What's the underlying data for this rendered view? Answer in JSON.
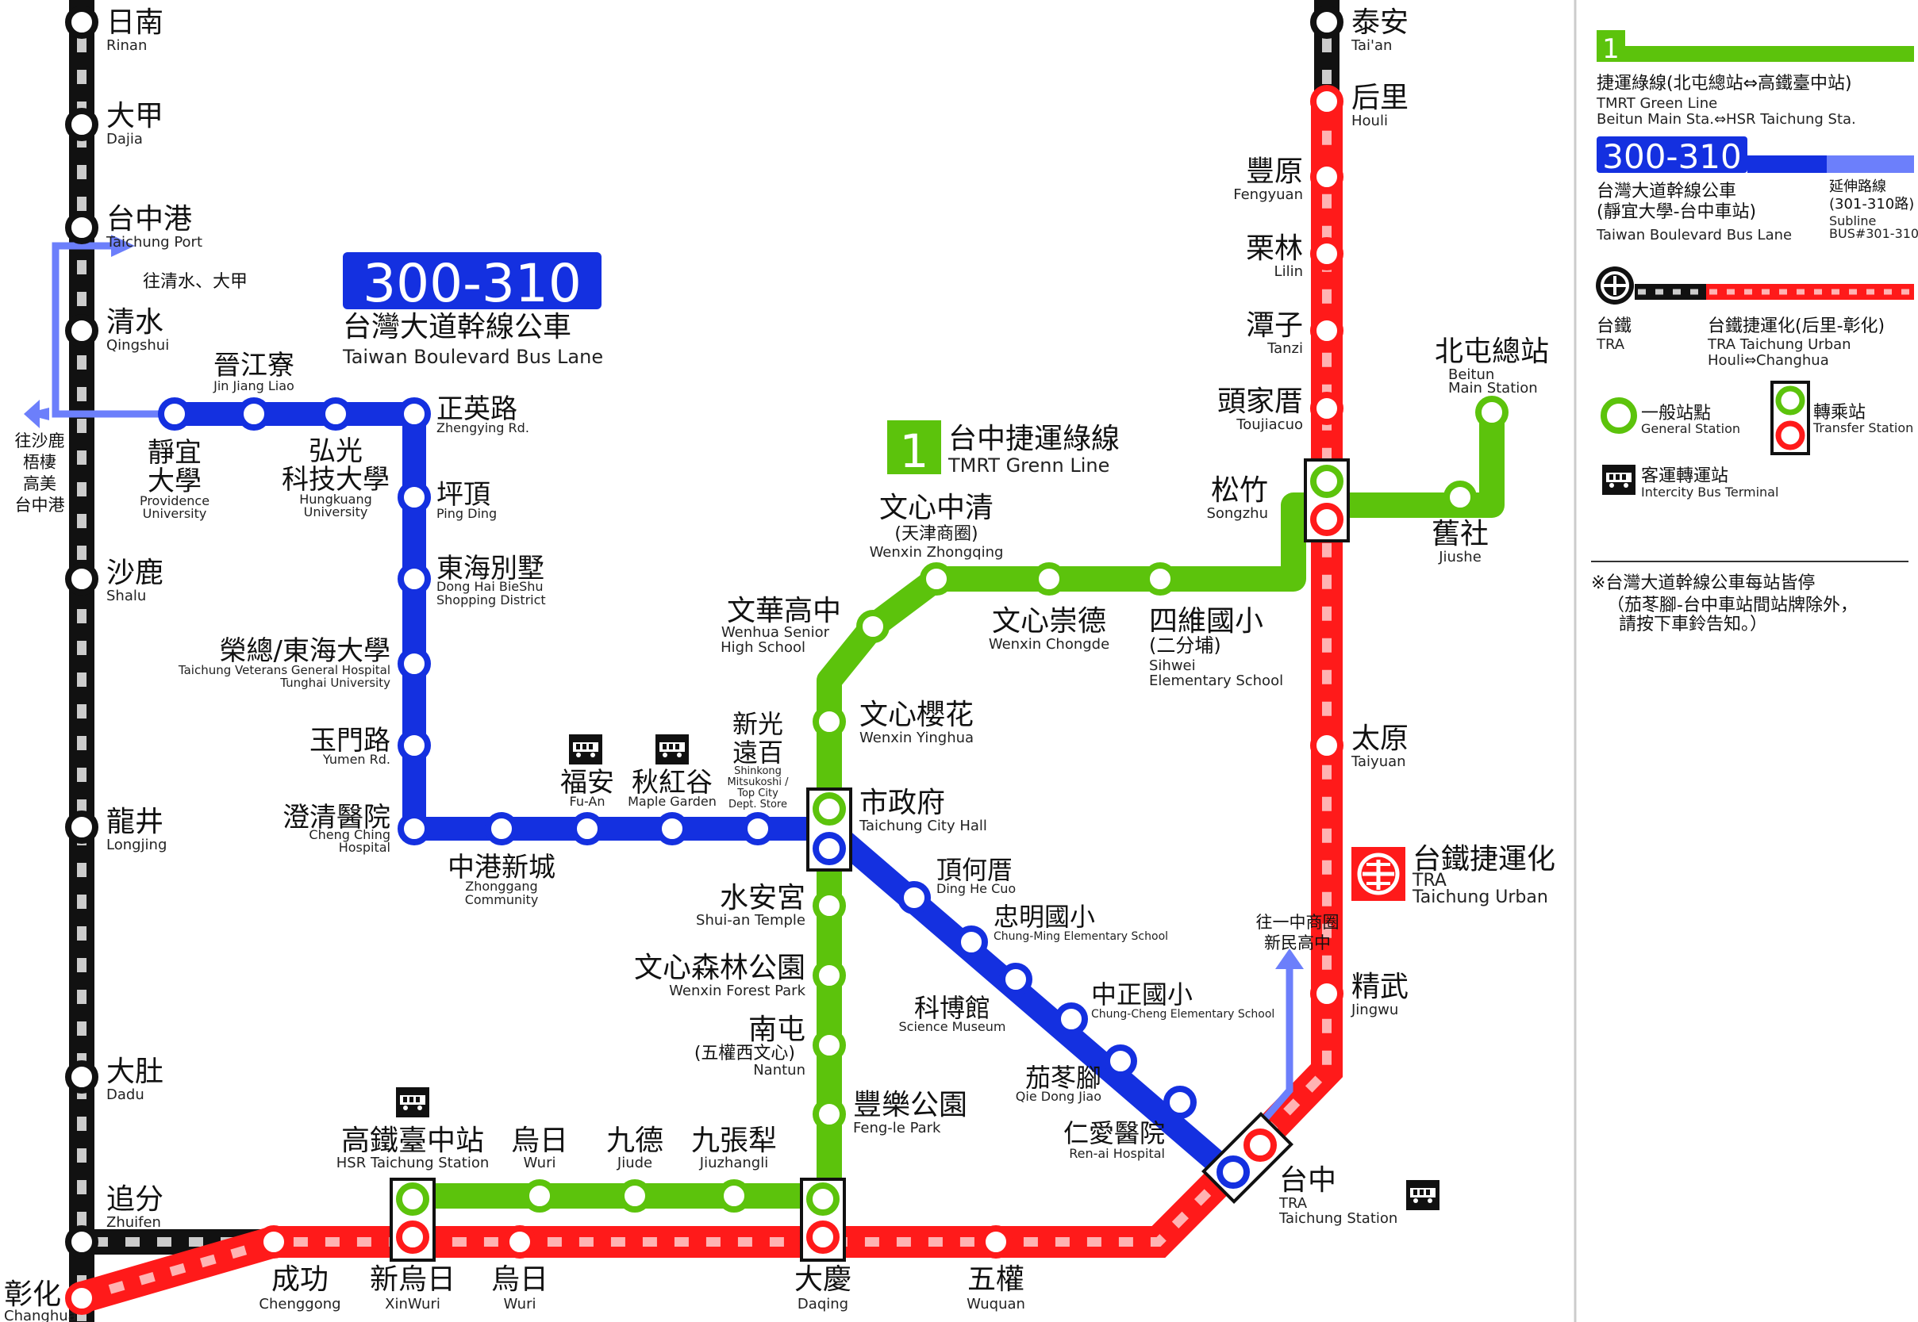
{
  "colors": {
    "green": "#5cc30c",
    "blue": "#1430e0",
    "blue_ext": "#6c7ffb",
    "red": "#ff1a1a",
    "black": "#111111"
  },
  "titles": {
    "green": {
      "number": "1",
      "zh": "台中捷運綠線",
      "en": "TMRT Grenn Line"
    },
    "blue": {
      "number": "300-310",
      "zh": "台灣大道幹線公車",
      "en": "Taiwan Boulevard Bus Lane"
    },
    "tra": {
      "zh": "台鐵捷運化",
      "en1": "TRA",
      "en2": "Taichung Urban"
    }
  },
  "directions": {
    "qingshui": "往清水、大甲",
    "shalu": [
      "往沙鹿",
      "梧棲",
      "高美",
      "台中港"
    ],
    "zhongyi": [
      "往一中商圈",
      "新民高中"
    ]
  },
  "stations": {
    "black": [
      {
        "zh": "日南",
        "en": "Rinan"
      },
      {
        "zh": "大甲",
        "en": "Dajia"
      },
      {
        "zh": "台中港",
        "en": "Taichung Port"
      },
      {
        "zh": "清水",
        "en": "Qingshui"
      },
      {
        "zh": "沙鹿",
        "en": "Shalu"
      },
      {
        "zh": "龍井",
        "en": "Longjing"
      },
      {
        "zh": "大肚",
        "en": "Dadu"
      },
      {
        "zh": "追分",
        "en": "Zhuifen"
      },
      {
        "zh": "彰化",
        "en": "Changhua"
      },
      {
        "zh": "泰安",
        "en": "Tai'an"
      }
    ],
    "red": [
      {
        "zh": "后里",
        "en": "Houli"
      },
      {
        "zh": "豐原",
        "en": "Fengyuan"
      },
      {
        "zh": "栗林",
        "en": "Lilin"
      },
      {
        "zh": "潭子",
        "en": "Tanzi"
      },
      {
        "zh": "頭家厝",
        "en": "Toujiacuo"
      },
      {
        "zh": "松竹",
        "en": "Songzhu"
      },
      {
        "zh": "太原",
        "en": "Taiyuan"
      },
      {
        "zh": "精武",
        "en": "Jingwu"
      },
      {
        "zh": "台中",
        "en1": "TRA",
        "en2": "Taichung Station"
      },
      {
        "zh": "五權",
        "en": "Wuquan"
      },
      {
        "zh": "大慶",
        "en": "Daqing"
      },
      {
        "zh": "烏日",
        "en": "Wuri"
      },
      {
        "zh": "新烏日",
        "en": "XinWuri"
      },
      {
        "zh": "成功",
        "en": "Chenggong"
      }
    ],
    "green": [
      {
        "zh": "北屯總站",
        "en1": "Beitun",
        "en2": "Main Station"
      },
      {
        "zh": "舊社",
        "en": "Jiushe"
      },
      {
        "zh": "四維國小",
        "zh2": "(二分埔)",
        "en1": "Sihwei",
        "en2": "Elementary School"
      },
      {
        "zh": "文心崇德",
        "en": "Wenxin Chongde"
      },
      {
        "zh": "文心中清",
        "zh2": "(天津商圈)",
        "en": "Wenxin Zhongqing"
      },
      {
        "zh": "文華高中",
        "en1": "Wenhua Senior",
        "en2": "High School"
      },
      {
        "zh": "文心櫻花",
        "en": "Wenxin Yinghua"
      },
      {
        "zh": "市政府",
        "en": "Taichung City Hall"
      },
      {
        "zh": "水安宮",
        "en": "Shui-an Temple"
      },
      {
        "zh": "文心森林公園",
        "en": "Wenxin Forest Park"
      },
      {
        "zh": "南屯",
        "zh2": "(五權西文心)",
        "en": "Nantun"
      },
      {
        "zh": "豐樂公園",
        "en": "Feng-le Park"
      },
      {
        "zh": "九張犁",
        "en": "Jiuzhangli"
      },
      {
        "zh": "九德",
        "en": "Jiude"
      },
      {
        "zh": "烏日",
        "en": "Wuri"
      },
      {
        "zh": "高鐵臺中站",
        "en": "HSR Taichung Station"
      }
    ],
    "blue": [
      {
        "zh1": "靜宜",
        "zh2": "大學",
        "en1": "Providence",
        "en2": "University"
      },
      {
        "zh": "晉江寮",
        "en": "Jin Jiang Liao"
      },
      {
        "zh1": "弘光",
        "zh2": "科技大學",
        "en1": "Hungkuang",
        "en2": "University"
      },
      {
        "zh": "正英路",
        "en": "Zhengying Rd."
      },
      {
        "zh": "坪頂",
        "en": "Ping Ding"
      },
      {
        "zh": "東海別墅",
        "en1": "Dong Hai BieShu",
        "en2": "Shopping District"
      },
      {
        "zh": "榮總/東海大學",
        "en1": "Taichung Veterans General Hospital",
        "en2": "Tunghai University"
      },
      {
        "zh": "玉門路",
        "en": "Yumen Rd."
      },
      {
        "zh": "澄清醫院",
        "en1": "Cheng Ching",
        "en2": "Hospital"
      },
      {
        "zh": "中港新城",
        "en1": "Zhonggang",
        "en2": "Community"
      },
      {
        "zh": "福安",
        "en": "Fu-An"
      },
      {
        "zh": "秋紅谷",
        "en": "Maple Garden"
      },
      {
        "zh1": "新光",
        "zh2": "遠百",
        "en1": "Shinkong",
        "en2": "Mitsukoshi /",
        "en3": "Top City",
        "en4": "Dept. Store"
      },
      {
        "zh": "頂何厝",
        "en": "Ding He Cuo"
      },
      {
        "zh": "忠明國小",
        "en": "Chung-Ming Elementary School"
      },
      {
        "zh": "科博館",
        "en": "Science  Museum"
      },
      {
        "zh": "中正國小",
        "en": "Chung-Cheng Elementary School"
      },
      {
        "zh": "茄苳腳",
        "en": "Qie Dong Jiao"
      },
      {
        "zh": "仁愛醫院",
        "en": "Ren-ai Hospital"
      }
    ]
  },
  "legend": {
    "green_number": "1",
    "green_zh": "捷運綠線(北屯總站⇔高鐵臺中站)",
    "green_en1": "TMRT Green Line",
    "green_en2": "Beitun Main Sta.⇔HSR Taichung Sta.",
    "blue_number": "300-310",
    "blue_zh1": "台灣大道幹線公車",
    "blue_zh2": "(靜宜大學-台中車站)",
    "blue_en": "Taiwan Boulevard Bus Lane",
    "subline_zh1": "延伸路線",
    "subline_zh2": "(301-310路)",
    "subline_en1": "Subline",
    "subline_en2": "BUS#301-310",
    "tra_zh": "台鐵",
    "tra_en": "TRA",
    "tra_urban_zh": "台鐵捷運化(后里-彰化)",
    "tra_urban_en1": "TRA Taichung Urban",
    "tra_urban_en2": "Houli⇔Changhua",
    "general_zh": "一般站點",
    "general_en": "General Station",
    "transfer_zh": "轉乘站",
    "transfer_en": "Transfer Station",
    "bus_zh": "客運轉運站",
    "bus_en": "Intercity Bus Terminal",
    "note1": "※台灣大道幹線公車每站皆停",
    "note2": "（茄苳腳-台中車站間站牌除外，",
    "note3": "請按下車鈴告知。）"
  }
}
